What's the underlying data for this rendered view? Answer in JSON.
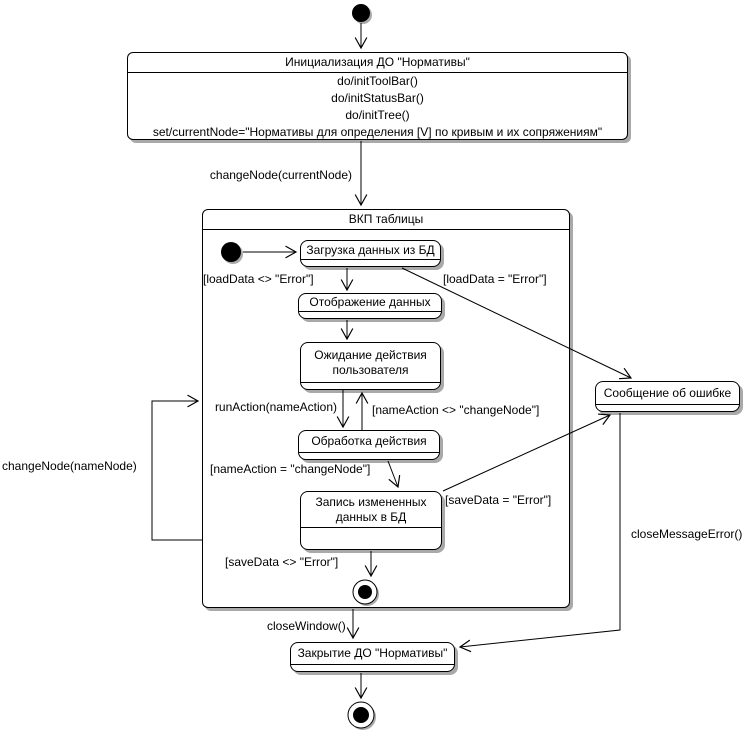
{
  "diagram": {
    "kind": "uml-statechart",
    "states": {
      "init": {
        "title": "Инициализация ДО \"Нормативы\"",
        "actions": [
          "do/initToolBar()",
          "do/initStatusBar()",
          "do/initTree()",
          "set/currentNode=\"Нормативы для определения [V] по кривым и их сопряжениям\""
        ]
      },
      "table": {
        "title": "ВКП таблицы"
      },
      "load_data": {
        "title": "Загрузка данных из БД"
      },
      "show_data": {
        "title": "Отображение данных"
      },
      "wait_user": {
        "title": "Ожидание действия пользователя"
      },
      "process_action": {
        "title": "Обработка действия"
      },
      "save_data": {
        "title": "Запись измененных данных в БД"
      },
      "error_message": {
        "title": "Сообщение об ошибке"
      },
      "close_do": {
        "title": "Закрытие ДО \"Нормативы\""
      }
    },
    "transitions": {
      "change_current": "changeNode(currentNode)",
      "load_ok": "[loadData <> \"Error\"]",
      "load_err": "[loadData = \"Error\"]",
      "run_action": "runAction(nameAction)",
      "action_ne": "[nameAction <> \"changeNode\"]",
      "action_eq": "[nameAction = \"changeNode\"]",
      "save_err": "[saveData = \"Error\"]",
      "save_ok": "[saveData <> \"Error\"]",
      "change_name": "changeNode(nameNode)",
      "close_window": "closeWindow()",
      "close_message_error": "closeMessageError()"
    },
    "colors": {
      "line": "#000000",
      "shadow": "#a9a9a9",
      "fill": "#ffffff"
    }
  }
}
